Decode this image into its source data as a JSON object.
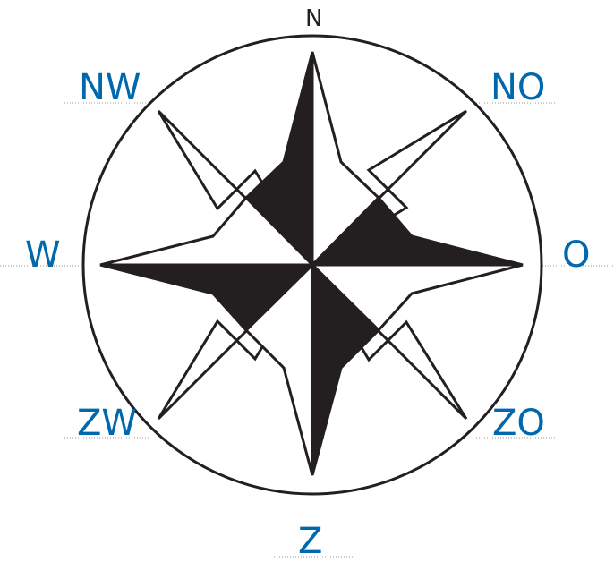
{
  "compass": {
    "north": "N",
    "northwest": "NW",
    "northeast": "NO",
    "west": "W",
    "east": "O",
    "southwest": "ZW",
    "southeast": "ZO",
    "south": "Z"
  },
  "colors": {
    "label": "#0068ad",
    "north_label": "#231f20",
    "rose_dark": "#231f20",
    "rose_light": "#ffffff",
    "leader_line": "#999999"
  }
}
